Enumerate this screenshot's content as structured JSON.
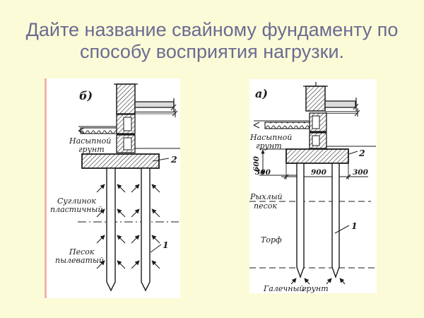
{
  "slide": {
    "title_line1": "Дайте название свайному фундаменту по",
    "title_line2": "способу восприятия нагрузки."
  },
  "colors": {
    "background": "#FBFBD7",
    "title_text": "#6B6B93",
    "diagram_ink": "#1B1B1B",
    "panel_background": "#FFFFFF",
    "scan_edge_pink": "#F3B3AC"
  },
  "left_diagram": {
    "panel_label": "б)",
    "soil_fill_line1": "Насыпной",
    "soil_fill_line2": "грунт",
    "soil_loam_line1": "Суглинок",
    "soil_loam_line2": "пластичный",
    "soil_sand_line1": "Песок",
    "soil_sand_line2": "пылеватый",
    "callout_cap": "2",
    "callout_pile": "1"
  },
  "right_diagram": {
    "panel_label": "а)",
    "soil_fill_line1": "Насыпной",
    "soil_fill_line2": "грунт",
    "soil_loose_sand_line1": "Рыхлый",
    "soil_loose_sand_line2": "песок",
    "soil_peat": "Торф",
    "soil_pebble_line1": "Галечный",
    "soil_pebble_line2": "грунт",
    "callout_cap": "2",
    "callout_pile": "1",
    "dim_cap_height": "600",
    "dim_left": "300",
    "dim_center": "900",
    "dim_right": "300"
  }
}
